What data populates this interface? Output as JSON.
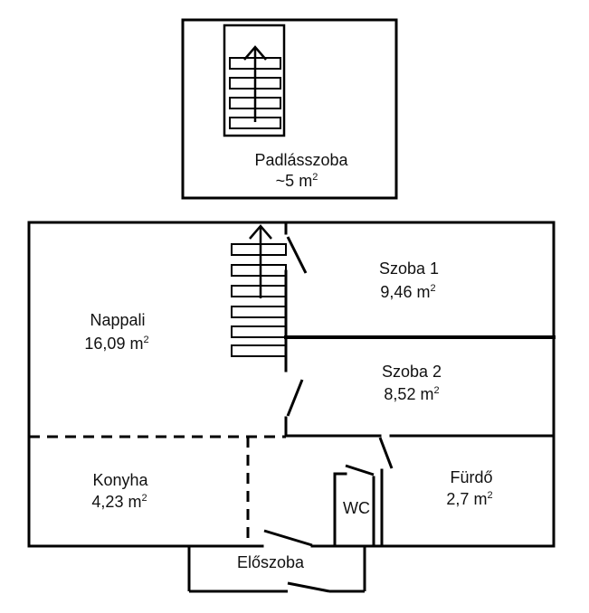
{
  "rooms": {
    "attic": {
      "name": "Padlásszoba",
      "area": "~5 m",
      "unit_sup": "2"
    },
    "living": {
      "name": "Nappali",
      "area": "16,09 m",
      "unit_sup": "2"
    },
    "room1": {
      "name": "Szoba 1",
      "area": "9,46 m",
      "unit_sup": "2"
    },
    "room2": {
      "name": "Szoba 2",
      "area": "8,52 m",
      "unit_sup": "2"
    },
    "kitchen": {
      "name": "Konyha",
      "area": "4,23 m",
      "unit_sup": "2"
    },
    "bathroom": {
      "name": "Fürdő",
      "area": "2,7 m",
      "unit_sup": "2"
    },
    "wc": {
      "name": "WC"
    },
    "hall": {
      "name": "Előszoba"
    }
  },
  "colors": {
    "wall": "#000000",
    "background": "#ffffff"
  }
}
